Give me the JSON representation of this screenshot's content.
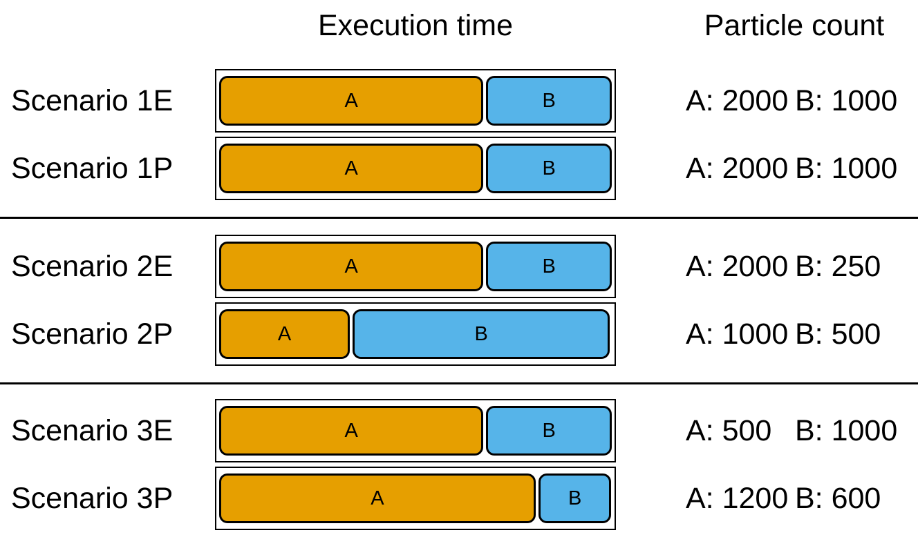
{
  "figure": {
    "headers": {
      "execution_time": "Execution time",
      "particle_count": "Particle count"
    },
    "colors": {
      "task_a_fill": "#E69F00",
      "task_b_fill": "#56B4E9",
      "outline": "#000000",
      "background": "#FFFFFF"
    },
    "rows": [
      {
        "label": "Scenario 1E",
        "bar_a_label": "A",
        "bar_b_label": "B",
        "a_pct": 67.4,
        "b_pct": 32.0,
        "count_a": "A: 2000",
        "count_b": "B: 1000"
      },
      {
        "label": "Scenario 1P",
        "bar_a_label": "A",
        "bar_b_label": "B",
        "a_pct": 67.4,
        "b_pct": 32.0,
        "count_a": "A: 2000",
        "count_b": "B: 1000"
      },
      {
        "label": "Scenario 2E",
        "bar_a_label": "A",
        "bar_b_label": "B",
        "a_pct": 67.4,
        "b_pct": 32.0,
        "count_a": "A: 2000",
        "count_b": "B: 250"
      },
      {
        "label": "Scenario 2P",
        "bar_a_label": "A",
        "bar_b_label": "B",
        "a_pct": 33.3,
        "b_pct": 65.5,
        "count_a": "A: 1000",
        "count_b": "B: 500"
      },
      {
        "label": "Scenario 3E",
        "bar_a_label": "A",
        "bar_b_label": "B",
        "a_pct": 67.4,
        "b_pct": 32.0,
        "count_a": "A: 500",
        "count_b": "B: 1000"
      },
      {
        "label": "Scenario 3P",
        "bar_a_label": "A",
        "bar_b_label": "B",
        "a_pct": 80.6,
        "b_pct": 18.6,
        "count_a": "A: 1200",
        "count_b": "B: 600"
      }
    ]
  },
  "chart_data": {
    "type": "bar",
    "subtype": "horizontal-segmented-timeline",
    "title": "",
    "column_headers": [
      "Execution time",
      "Particle count"
    ],
    "categories": [
      "Scenario 1E",
      "Scenario 1P",
      "Scenario 2E",
      "Scenario 2P",
      "Scenario 3E",
      "Scenario 3P"
    ],
    "series": [
      {
        "name": "A",
        "color": "#E69F00",
        "execution_time_pct_of_track": [
          67.4,
          67.4,
          67.4,
          33.3,
          67.4,
          80.6
        ],
        "particle_count": [
          2000,
          2000,
          2000,
          1000,
          500,
          1200
        ]
      },
      {
        "name": "B",
        "color": "#56B4E9",
        "execution_time_pct_of_track": [
          32.0,
          32.0,
          32.0,
          65.5,
          32.0,
          18.6
        ],
        "particle_count": [
          1000,
          1000,
          250,
          500,
          1000,
          600
        ]
      }
    ],
    "groups": [
      [
        "Scenario 1E",
        "Scenario 1P"
      ],
      [
        "Scenario 2E",
        "Scenario 2P"
      ],
      [
        "Scenario 3E",
        "Scenario 3P"
      ]
    ],
    "legend": "none",
    "grid": false,
    "axis_ticks": "none"
  }
}
